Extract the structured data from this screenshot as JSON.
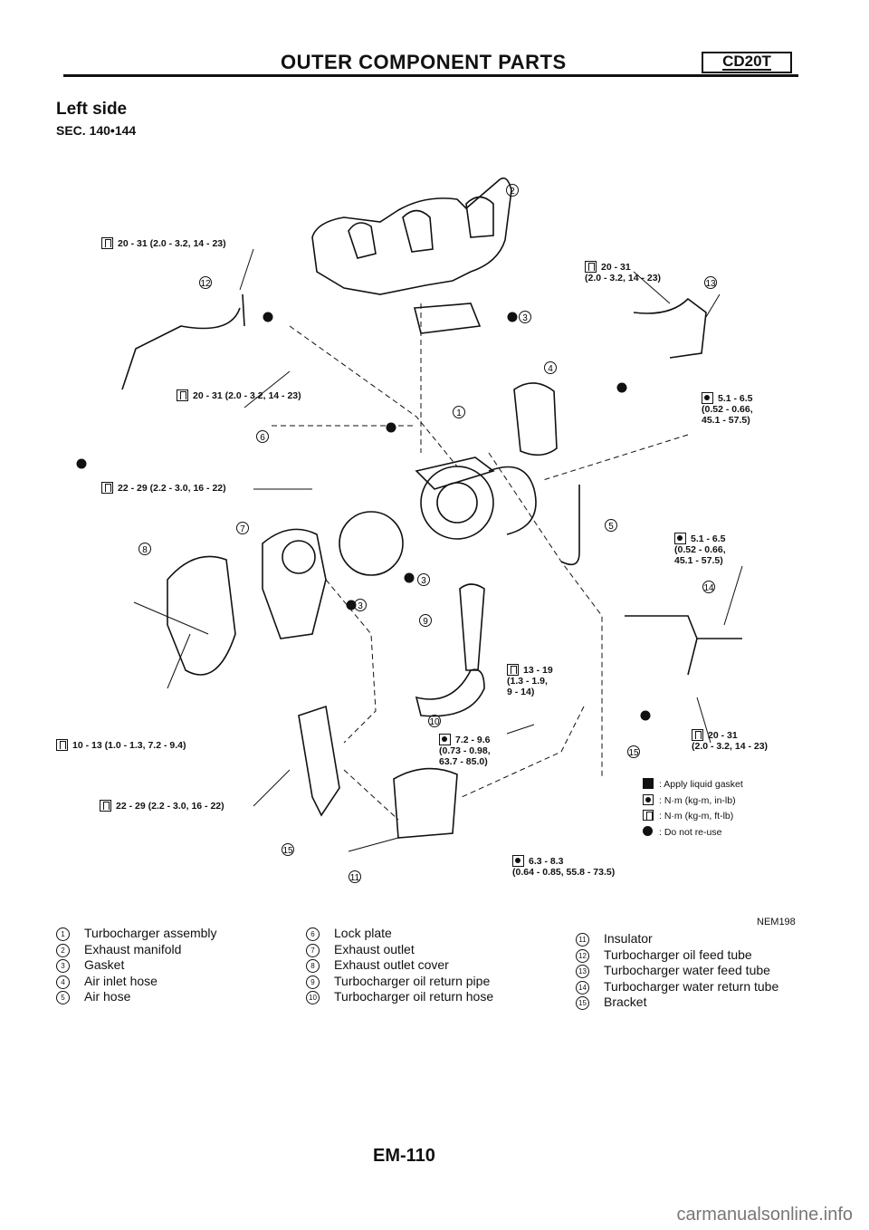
{
  "header": {
    "title": "OUTER COMPONENT PARTS",
    "engine_code": "CD20T"
  },
  "section": {
    "title": "Left side",
    "ref": "SEC. 140•144"
  },
  "torque_labels": {
    "t1": "20 - 31 (2.0 - 3.2, 14 - 23)",
    "t2": "20 - 31 (2.0 - 3.2, 14 - 23)",
    "t3": "22 - 29 (2.2 - 3.0, 16 - 22)",
    "t4": "20 - 31\n(2.0 - 3.2, 14 - 23)",
    "t5": "5.1 - 6.5\n(0.52 - 0.66,\n45.1 - 57.5)",
    "t6": "5.1 - 6.5\n(0.52 - 0.66,\n45.1 - 57.5)",
    "t7": "13 - 19\n(1.3 - 1.9,\n9 - 14)",
    "t8": "7.2 - 9.6\n(0.73 - 0.98,\n63.7 - 85.0)",
    "t9": "10 - 13 (1.0 - 1.3, 7.2 - 9.4)",
    "t10": "22 - 29 (2.2 - 3.0, 16 - 22)",
    "t11": "20 - 31\n(2.0 - 3.2, 14 - 23)",
    "t12": "6.3 - 8.3\n(0.64 - 0.85, 55.8 - 73.5)"
  },
  "symbol_legend": [
    ": Apply liquid gasket",
    ": N·m (kg-m, in-lb)",
    ": N·m (kg-m, ft-lb)",
    ": Do not re-use"
  ],
  "figure_code": "NEM198",
  "parts": {
    "col1": [
      {
        "num": "1",
        "name": "Turbocharger assembly"
      },
      {
        "num": "2",
        "name": "Exhaust manifold"
      },
      {
        "num": "3",
        "name": "Gasket"
      },
      {
        "num": "4",
        "name": "Air inlet hose"
      },
      {
        "num": "5",
        "name": "Air hose"
      }
    ],
    "col2": [
      {
        "num": "6",
        "name": "Lock plate"
      },
      {
        "num": "7",
        "name": "Exhaust outlet"
      },
      {
        "num": "8",
        "name": "Exhaust outlet cover"
      },
      {
        "num": "9",
        "name": "Turbocharger oil return pipe"
      },
      {
        "num": "10",
        "name": "Turbocharger oil return hose"
      }
    ],
    "col3": [
      {
        "num": "11",
        "name": "Insulator"
      },
      {
        "num": "12",
        "name": "Turbocharger oil feed tube"
      },
      {
        "num": "13",
        "name": "Turbocharger water feed tube"
      },
      {
        "num": "14",
        "name": "Turbocharger water return tube"
      },
      {
        "num": "15",
        "name": "Bracket"
      }
    ]
  },
  "page_number": "EM-110",
  "footer_url": "carmanualsonline.info"
}
